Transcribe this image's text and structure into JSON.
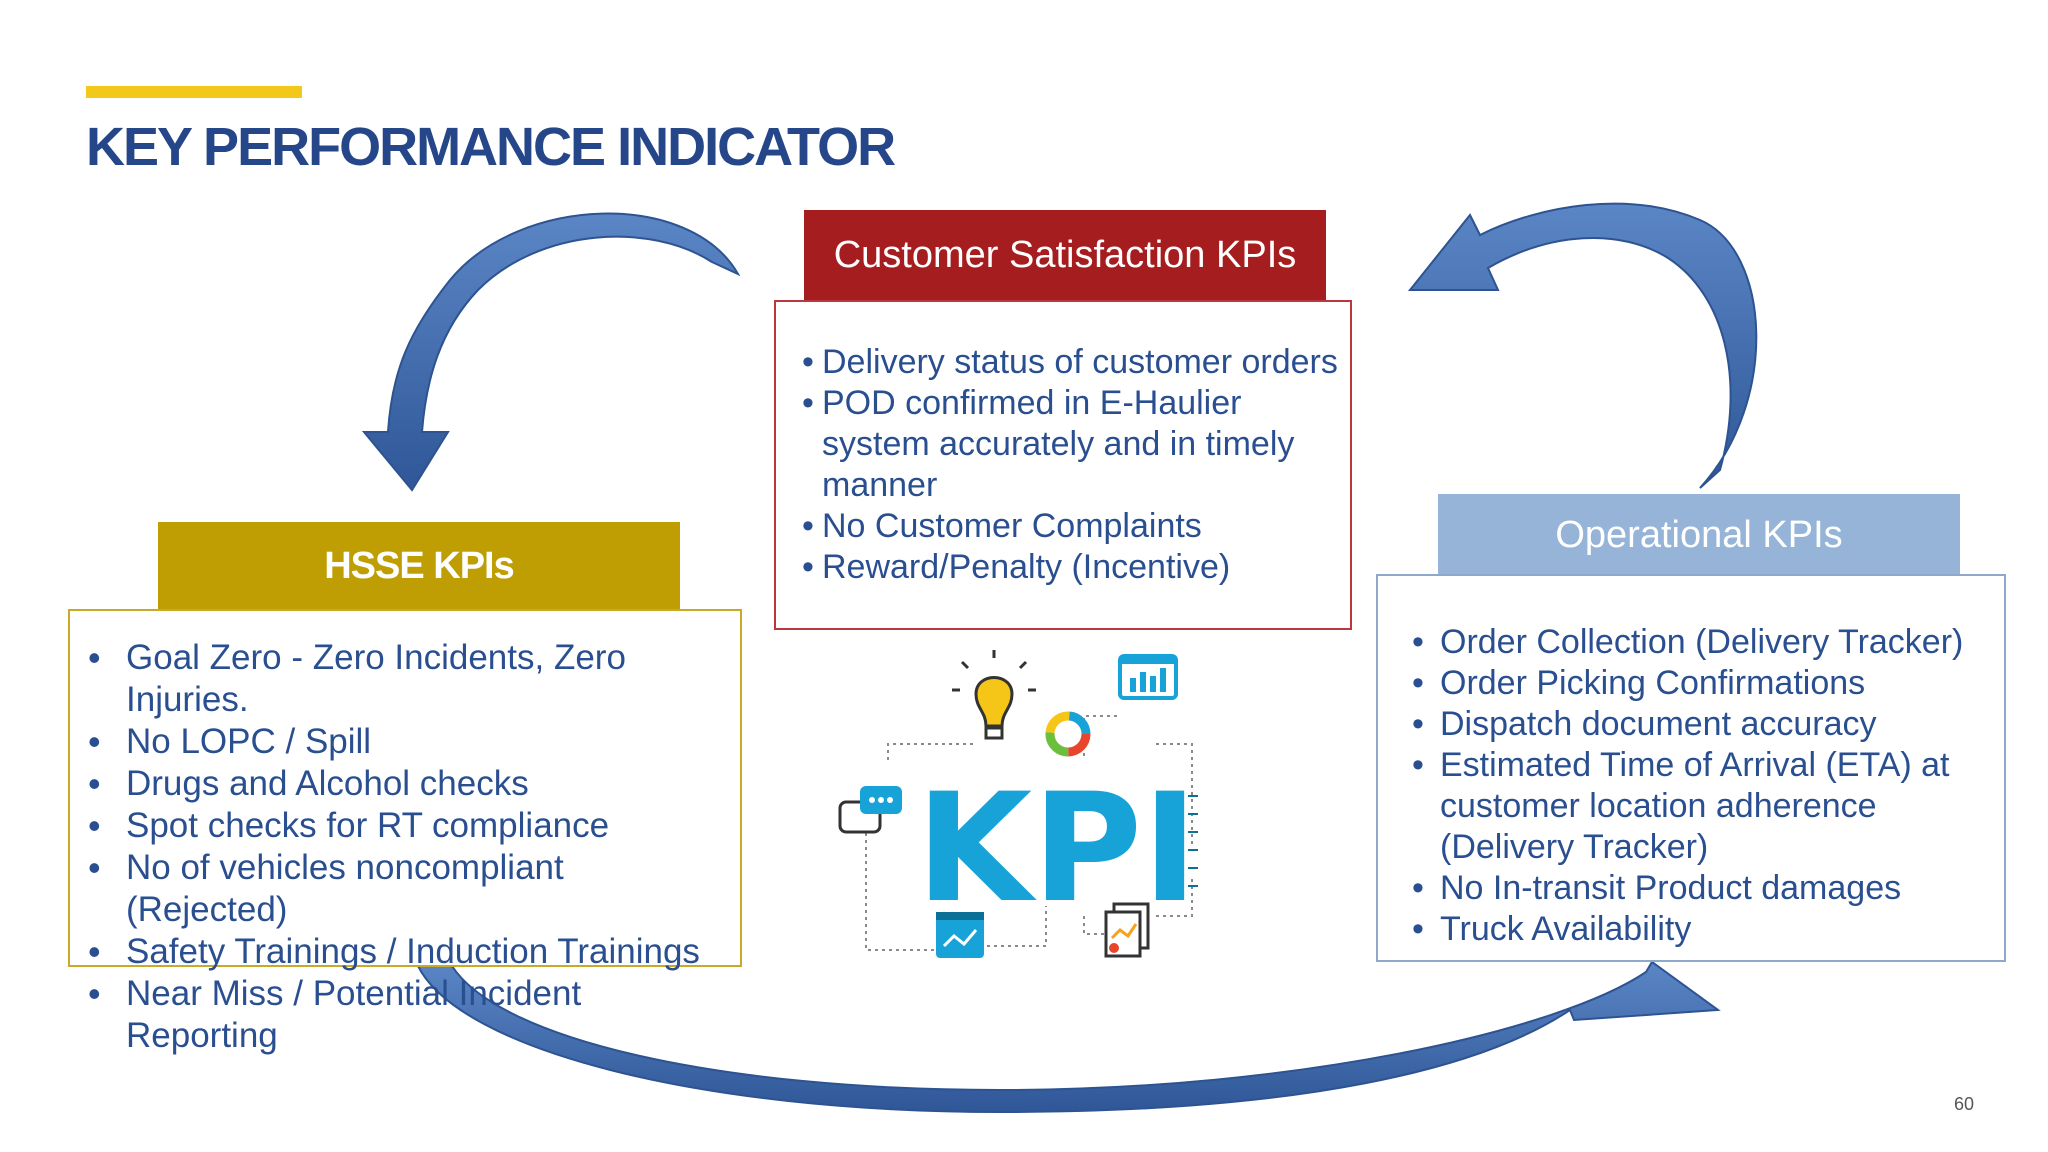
{
  "slide": {
    "title": "KEY PERFORMANCE INDICATOR",
    "page_number": "60",
    "colors": {
      "title": "#26468a",
      "accent_bar": "#f2c81b",
      "arrow": "#3d66a8",
      "customer_header": "#a51d1e",
      "hsse_header": "#bf9e03",
      "operational_header": "#96b4d7",
      "body_text": "#2a4f91",
      "kpi_graphic": "#17a3d8"
    }
  },
  "customer": {
    "header": "Customer Satisfaction KPIs",
    "items": [
      "Delivery status of customer orders",
      "POD confirmed in E-Haulier system accurately and in timely manner",
      "No Customer Complaints",
      "Reward/Penalty (Incentive)"
    ]
  },
  "hsse": {
    "header": "HSSE KPIs",
    "items": [
      "Goal Zero - Zero Incidents, Zero Injuries.",
      "No LOPC / Spill",
      "Drugs and Alcohol checks",
      "Spot checks for RT compliance",
      "No of vehicles noncompliant (Rejected)",
      "Safety Trainings / Induction Trainings",
      "Near Miss / Potential Incident Reporting"
    ]
  },
  "operational": {
    "header": "Operational KPIs",
    "items": [
      "Order Collection (Delivery Tracker)",
      "Order Picking Confirmations",
      "Dispatch document accuracy",
      "Estimated Time of Arrival (ETA) at customer location adherence (Delivery Tracker)",
      "No In-transit Product damages",
      "Truck Availability"
    ]
  },
  "graphic": {
    "label": "KPI",
    "icons": [
      "lightbulb-brain-icon",
      "bar-chart-icon",
      "donut-chart-icon",
      "chat-bubbles-icon",
      "line-graph-window-icon",
      "report-documents-icon"
    ]
  }
}
